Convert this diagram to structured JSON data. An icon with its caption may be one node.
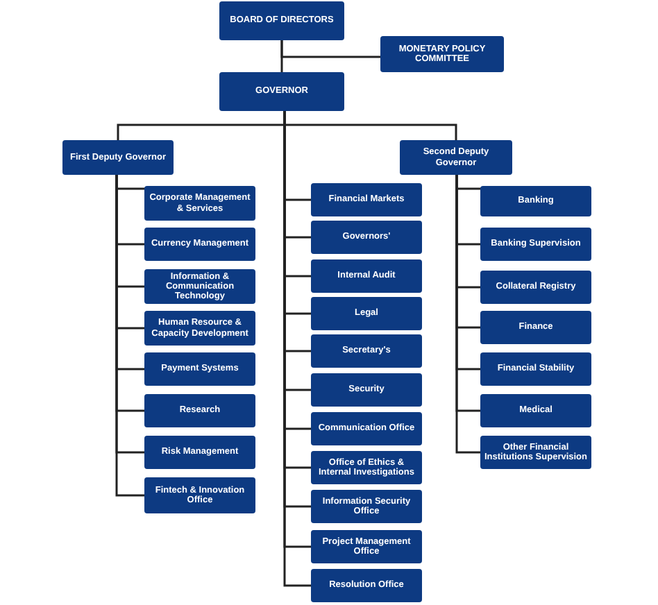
{
  "diagram": {
    "nodes": [
      {
        "text": [
          "BOARD OF DIRECTORS"
        ]
      },
      {
        "text": [
          "MONETARY POLICY COMMITTEE"
        ]
      },
      {
        "text": [
          "GOVERNOR"
        ]
      },
      {
        "text": [
          "First Deputy Governor"
        ]
      },
      {
        "text": [
          "Second Deputy Governor"
        ]
      },
      {
        "text": [
          "Corporate Management & Services"
        ]
      },
      {
        "text": [
          "Currency Management"
        ]
      },
      {
        "text": [
          "Information & Communication Technology"
        ]
      },
      {
        "text": [
          "Human Resource & Capacity Development"
        ]
      },
      {
        "text": [
          "Payment Systems"
        ]
      },
      {
        "text": [
          "Research"
        ]
      },
      {
        "text": [
          "Risk Management"
        ]
      },
      {
        "text": [
          "Fintech & Innovation Office"
        ]
      },
      {
        "text": [
          "Financial Markets"
        ]
      },
      {
        "text": [
          "Governors'"
        ]
      },
      {
        "text": [
          "Internal Audit"
        ]
      },
      {
        "text": [
          "Legal"
        ]
      },
      {
        "text": [
          "Secretary's"
        ]
      },
      {
        "text": [
          "Security"
        ]
      },
      {
        "text": [
          "Communication Office"
        ]
      },
      {
        "text": [
          "Office of Ethics & Internal Investigations"
        ]
      },
      {
        "text": [
          "Information Security Office"
        ]
      },
      {
        "text": [
          "Project Management Office"
        ]
      },
      {
        "text": [
          "Resolution Office"
        ]
      },
      {
        "text": [
          "Banking"
        ]
      },
      {
        "text": [
          "Banking Supervision"
        ]
      },
      {
        "text": [
          "Collateral Registry"
        ]
      },
      {
        "text": [
          "Finance"
        ]
      },
      {
        "text": [
          "Financial Stability"
        ]
      },
      {
        "text": [
          "Medical"
        ]
      },
      {
        "text": [
          "Other Financial Institutions Supervision"
        ]
      }
    ],
    "edges": [
      {
        "from": 0,
        "to": 2,
        "arrow": "none"
      },
      {
        "from": 0,
        "to": 1,
        "arrow": "none"
      },
      {
        "from": 2,
        "to": 3,
        "arrow": "none"
      },
      {
        "from": 2,
        "to": 4,
        "arrow": "none"
      },
      {
        "from": 3,
        "to": 5,
        "arrow": "none"
      },
      {
        "from": 3,
        "to": 6,
        "arrow": "none"
      },
      {
        "from": 3,
        "to": 7,
        "arrow": "none"
      },
      {
        "from": 3,
        "to": 8,
        "arrow": "none"
      },
      {
        "from": 3,
        "to": 9,
        "arrow": "none"
      },
      {
        "from": 3,
        "to": 10,
        "arrow": "none"
      },
      {
        "from": 3,
        "to": 11,
        "arrow": "none"
      },
      {
        "from": 3,
        "to": 12,
        "arrow": "none"
      },
      {
        "from": 2,
        "to": 13,
        "arrow": "none"
      },
      {
        "from": 2,
        "to": 14,
        "arrow": "none"
      },
      {
        "from": 2,
        "to": 15,
        "arrow": "none"
      },
      {
        "from": 2,
        "to": 16,
        "arrow": "none"
      },
      {
        "from": 2,
        "to": 17,
        "arrow": "none"
      },
      {
        "from": 2,
        "to": 18,
        "arrow": "none"
      },
      {
        "from": 2,
        "to": 19,
        "arrow": "none"
      },
      {
        "from": 2,
        "to": 20,
        "arrow": "none"
      },
      {
        "from": 2,
        "to": 21,
        "arrow": "none"
      },
      {
        "from": 2,
        "to": 22,
        "arrow": "none"
      },
      {
        "from": 2,
        "to": 23,
        "arrow": "none"
      },
      {
        "from": 4,
        "to": 24,
        "arrow": "none"
      },
      {
        "from": 4,
        "to": 25,
        "arrow": "none"
      },
      {
        "from": 4,
        "to": 26,
        "arrow": "none"
      },
      {
        "from": 4,
        "to": 27,
        "arrow": "none"
      },
      {
        "from": 4,
        "to": 28,
        "arrow": "none"
      },
      {
        "from": 4,
        "to": 29,
        "arrow": "none"
      },
      {
        "from": 4,
        "to": 30,
        "arrow": "none"
      }
    ]
  }
}
